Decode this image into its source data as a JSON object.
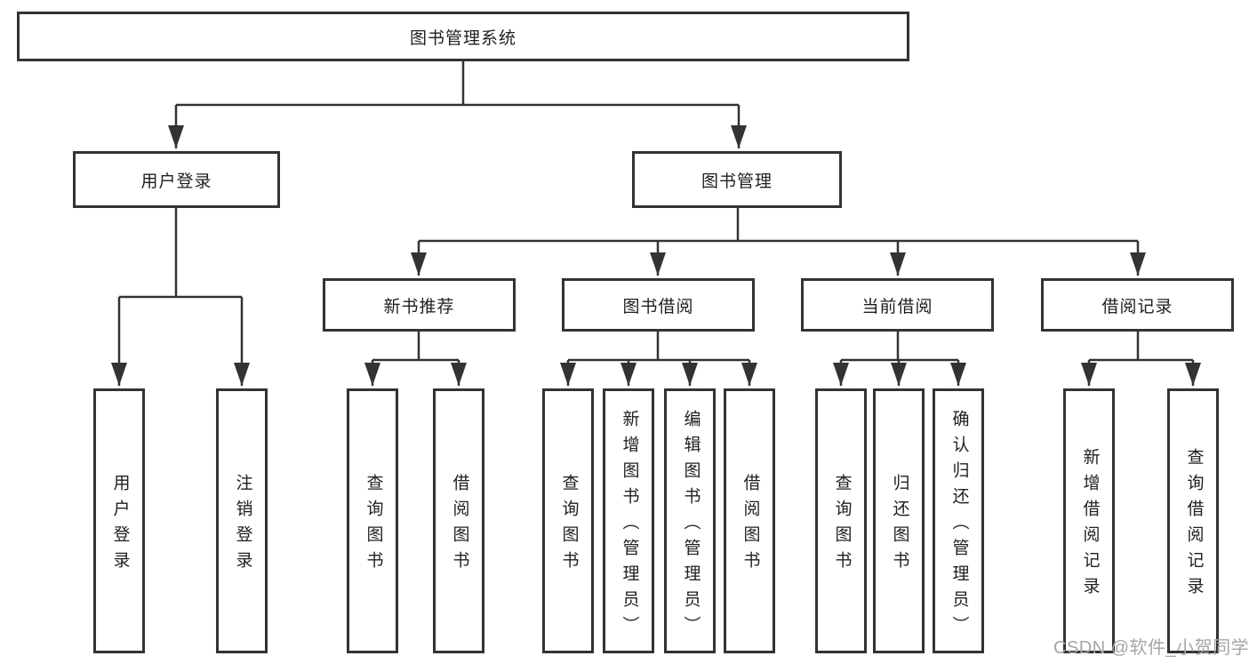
{
  "diagram": {
    "type": "hierarchy-tree",
    "root": {
      "label": "图书管理系统"
    },
    "branches": [
      {
        "label": "用户登录",
        "children": [
          {
            "label": "用户登录"
          },
          {
            "label": "注销登录"
          }
        ]
      },
      {
        "label": "图书管理",
        "children": [
          {
            "label": "新书推荐",
            "children": [
              {
                "label": "查询图书"
              },
              {
                "label": "借阅图书"
              }
            ]
          },
          {
            "label": "图书借阅",
            "children": [
              {
                "label": "查询图书"
              },
              {
                "label": "新增图书（管理员）"
              },
              {
                "label": "编辑图书（管理员）"
              },
              {
                "label": "借阅图书"
              }
            ]
          },
          {
            "label": "当前借阅",
            "children": [
              {
                "label": "查询图书"
              },
              {
                "label": "归还图书"
              },
              {
                "label": "确认归还（管理员）"
              }
            ]
          },
          {
            "label": "借阅记录",
            "children": [
              {
                "label": "新增借阅记录"
              },
              {
                "label": "查询借阅记录"
              }
            ]
          }
        ]
      }
    ],
    "watermark": "CSDN @软件_小贺同学",
    "colors": {
      "line": "#333333",
      "box_border": "#333333",
      "box_background": "#ffffff",
      "text": "#1f1f1f",
      "watermark": "#a6a6a6"
    }
  }
}
